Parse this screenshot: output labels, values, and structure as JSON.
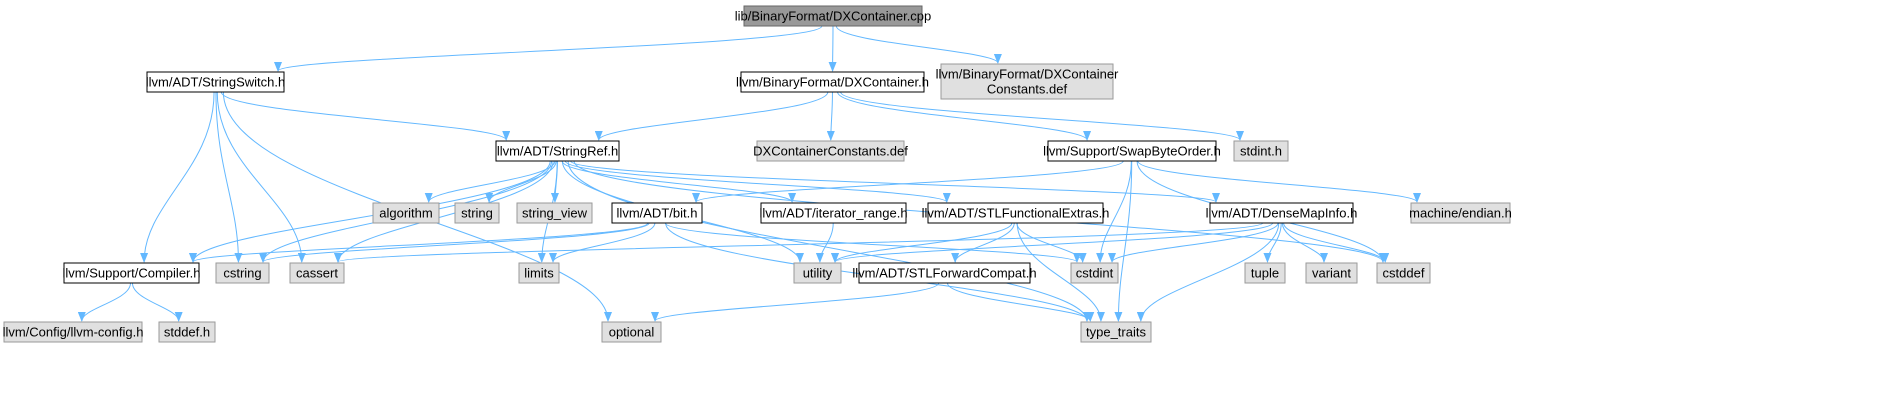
{
  "colors": {
    "root_fill": "#999999",
    "header_fill": "#ffffff",
    "system_fill": "#e0e0e0",
    "node_border": "#666666",
    "root_border": "#666666",
    "edge": "#63b8ff"
  },
  "nodes": {
    "root": {
      "label": "lib/BinaryFormat/DXContainer.cpp",
      "kind": "root"
    },
    "stringswitch": {
      "label": "llvm/ADT/StringSwitch.h",
      "kind": "header"
    },
    "dxcontainer_h": {
      "label": "llvm/BinaryFormat/DXContainer.h",
      "kind": "header"
    },
    "dxconst_def_full": {
      "label": "llvm/BinaryFormat/DXContainer",
      "label2": "Constants.def",
      "kind": "system"
    },
    "stringref": {
      "label": "llvm/ADT/StringRef.h",
      "kind": "header"
    },
    "dxconst_def": {
      "label": "DXContainerConstants.def",
      "kind": "system"
    },
    "swapbyteorder": {
      "label": "llvm/Support/SwapByteOrder.h",
      "kind": "header"
    },
    "stdint_h": {
      "label": "stdint.h",
      "kind": "system"
    },
    "algorithm": {
      "label": "algorithm",
      "kind": "system"
    },
    "string": {
      "label": "string",
      "kind": "system"
    },
    "string_view": {
      "label": "string_view",
      "kind": "system"
    },
    "bit_h": {
      "label": "llvm/ADT/bit.h",
      "kind": "header"
    },
    "iterator_range": {
      "label": "llvm/ADT/iterator_range.h",
      "kind": "header"
    },
    "stlfunctional": {
      "label": "llvm/ADT/STLFunctionalExtras.h",
      "kind": "header"
    },
    "densemapinfo": {
      "label": "llvm/ADT/DenseMapInfo.h",
      "kind": "header"
    },
    "machine_endian": {
      "label": "machine/endian.h",
      "kind": "system"
    },
    "compiler_h": {
      "label": "llvm/Support/Compiler.h",
      "kind": "header"
    },
    "cstring": {
      "label": "cstring",
      "kind": "system"
    },
    "cassert": {
      "label": "cassert",
      "kind": "system"
    },
    "limits": {
      "label": "limits",
      "kind": "system"
    },
    "utility": {
      "label": "utility",
      "kind": "system"
    },
    "stlforward": {
      "label": "llvm/ADT/STLForwardCompat.h",
      "kind": "header"
    },
    "cstdint": {
      "label": "cstdint",
      "kind": "system"
    },
    "tuple": {
      "label": "tuple",
      "kind": "system"
    },
    "variant": {
      "label": "variant",
      "kind": "system"
    },
    "cstddef": {
      "label": "cstddef",
      "kind": "system"
    },
    "llvm_config": {
      "label": "llvm/Config/llvm-config.h",
      "kind": "system"
    },
    "stddef_h": {
      "label": "stddef.h",
      "kind": "system"
    },
    "optional": {
      "label": "optional",
      "kind": "system"
    },
    "type_traits": {
      "label": "type_traits",
      "kind": "system"
    }
  },
  "edges": [
    [
      "root",
      "stringswitch"
    ],
    [
      "root",
      "dxcontainer_h"
    ],
    [
      "root",
      "dxconst_def_full"
    ],
    [
      "stringswitch",
      "stringref"
    ],
    [
      "stringswitch",
      "compiler_h"
    ],
    [
      "stringswitch",
      "cstring"
    ],
    [
      "stringswitch",
      "cassert"
    ],
    [
      "stringswitch",
      "optional"
    ],
    [
      "dxcontainer_h",
      "stringref"
    ],
    [
      "dxcontainer_h",
      "dxconst_def"
    ],
    [
      "dxcontainer_h",
      "swapbyteorder"
    ],
    [
      "dxcontainer_h",
      "stdint_h"
    ],
    [
      "stringref",
      "algorithm"
    ],
    [
      "stringref",
      "string"
    ],
    [
      "stringref",
      "string_view"
    ],
    [
      "stringref",
      "iterator_range"
    ],
    [
      "stringref",
      "stlfunctional"
    ],
    [
      "stringref",
      "densemapinfo"
    ],
    [
      "stringref",
      "compiler_h"
    ],
    [
      "stringref",
      "cstring"
    ],
    [
      "stringref",
      "cassert"
    ],
    [
      "stringref",
      "limits"
    ],
    [
      "stringref",
      "utility"
    ],
    [
      "stringref",
      "type_traits"
    ],
    [
      "stringref",
      "cstddef"
    ],
    [
      "swapbyteorder",
      "bit_h"
    ],
    [
      "swapbyteorder",
      "cstdint"
    ],
    [
      "swapbyteorder",
      "machine_endian"
    ],
    [
      "swapbyteorder",
      "type_traits"
    ],
    [
      "swapbyteorder",
      "cstddef"
    ],
    [
      "bit_h",
      "compiler_h"
    ],
    [
      "bit_h",
      "cstring"
    ],
    [
      "bit_h",
      "limits"
    ],
    [
      "bit_h",
      "cstdint"
    ],
    [
      "bit_h",
      "type_traits"
    ],
    [
      "iterator_range",
      "utility"
    ],
    [
      "stlfunctional",
      "stlforward"
    ],
    [
      "stlfunctional",
      "cstdint"
    ],
    [
      "stlfunctional",
      "type_traits"
    ],
    [
      "stlfunctional",
      "utility"
    ],
    [
      "densemapinfo",
      "cassert"
    ],
    [
      "densemapinfo",
      "cstdint"
    ],
    [
      "densemapinfo",
      "tuple"
    ],
    [
      "densemapinfo",
      "variant"
    ],
    [
      "densemapinfo",
      "cstddef"
    ],
    [
      "densemapinfo",
      "utility"
    ],
    [
      "densemapinfo",
      "type_traits"
    ],
    [
      "compiler_h",
      "llvm_config"
    ],
    [
      "compiler_h",
      "stddef_h"
    ],
    [
      "stlforward",
      "optional"
    ],
    [
      "stlforward",
      "type_traits"
    ]
  ]
}
